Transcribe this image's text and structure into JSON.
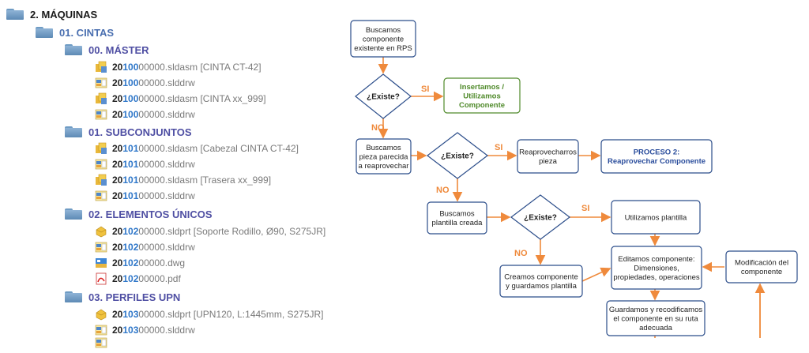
{
  "tree": {
    "root": "2. MÁQUINAS",
    "cintas": "01. CINTAS",
    "master": "00. MÁSTER",
    "master_files": [
      {
        "a": "20",
        "b": "100",
        "rest": "00000.sldasm [CINTA CT-42]",
        "icon": "assembly-icon"
      },
      {
        "a": "20",
        "b": "100",
        "rest": "00000.slddrw",
        "icon": "drawing-icon"
      },
      {
        "a": "20",
        "b": "100",
        "rest": "00000.sldasm [CINTA xx_999]",
        "icon": "assembly-icon"
      },
      {
        "a": "20",
        "b": "100",
        "rest": "00000.slddrw",
        "icon": "drawing-icon"
      }
    ],
    "subconjuntos": "01. SUBCONJUNTOS",
    "sub_files": [
      {
        "a": "20",
        "b": "101",
        "rest": "00000.sldasm [Cabezal CINTA CT-42]",
        "icon": "assembly-icon"
      },
      {
        "a": "20",
        "b": "101",
        "rest": "00000.slddrw",
        "icon": "drawing-icon"
      },
      {
        "a": "20",
        "b": "101",
        "rest": "00000.sldasm [Trasera xx_999]",
        "icon": "assembly-icon"
      },
      {
        "a": "20",
        "b": "101",
        "rest": "00000.slddrw",
        "icon": "drawing-icon"
      }
    ],
    "elementos": "02. ELEMENTOS ÚNICOS",
    "elem_files": [
      {
        "a": "20",
        "b": "102",
        "rest": "00000.sldprt [Soporte Rodillo, Ø90, S275JR]",
        "icon": "part-icon"
      },
      {
        "a": "20",
        "b": "102",
        "rest": "00000.slddrw",
        "icon": "drawing-icon"
      },
      {
        "a": "20",
        "b": "102",
        "rest": "00000.dwg",
        "icon": "dwg-icon"
      },
      {
        "a": "20",
        "b": "102",
        "rest": "00000.pdf",
        "icon": "pdf-icon"
      }
    ],
    "perfiles": "03. PERFILES UPN",
    "perf_files": [
      {
        "a": "20",
        "b": "103",
        "rest": "00000.sldprt [UPN120, L:1445mm, S275JR]",
        "icon": "part-icon"
      },
      {
        "a": "20",
        "b": "103",
        "rest": "00000.slddrw",
        "icon": "drawing-icon"
      }
    ]
  },
  "flow": {
    "n1": [
      "Buscamos",
      "componente",
      "existente en RPS"
    ],
    "d1": "¿Existe?",
    "si1": "SI",
    "n2": [
      "Insertamos /",
      "Utilizamos",
      "Componente"
    ],
    "no1": "NO",
    "n3": [
      "Buscamos",
      "pieza parecida",
      "a reaprovechar"
    ],
    "d2": "¿Existe?",
    "si2": "SI",
    "n4": [
      "Reaprovecharros",
      "pieza"
    ],
    "n5": [
      "PROCESO 2:",
      "Reaprovechar Componente"
    ],
    "no2": "NO",
    "n6": [
      "Buscamos",
      "plantilla creada"
    ],
    "d3": "¿Existe?",
    "si3": "SI",
    "n7": [
      "Utilizamos plantilla"
    ],
    "no3": "NO",
    "n8": [
      "Creamos componente",
      "y guardamos  plantilla"
    ],
    "n9": [
      "Editamos componente:",
      "Dimensiones,",
      "propiedades, operaciones"
    ],
    "n10": [
      "Modificación del",
      "componente"
    ],
    "n11": [
      "Guardamos y recodificamos",
      "el componente en su ruta",
      "adecuada"
    ]
  },
  "colors": {
    "arrow": "#ef8a3c",
    "box": "#2b4d8a",
    "green": "#4f8a2a",
    "blue": "#2a4d9c"
  }
}
